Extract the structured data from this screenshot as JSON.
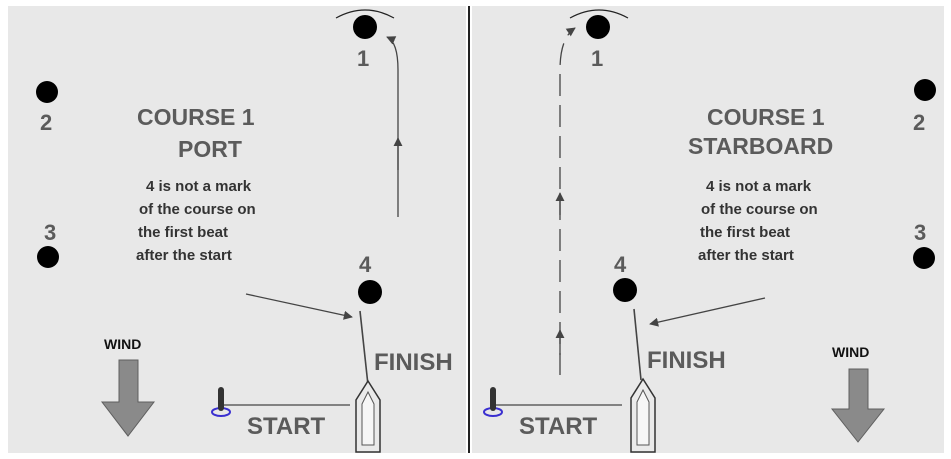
{
  "colors": {
    "background": "#e8e8e8",
    "mark": "#000000",
    "text": "#5b5b5b",
    "line": "#555555",
    "wind_arrow": "#8a8a8a",
    "pin_ring": "#3a2fd0"
  },
  "left_panel": {
    "title_line1": "COURSE 1",
    "title_line2": "PORT",
    "note_lines": [
      "4 is not a mark",
      "of the course on",
      "the first beat",
      "after the start"
    ],
    "mark_labels": {
      "m1": "1",
      "m2": "2",
      "m3": "3",
      "m4": "4"
    },
    "finish_label": "FINISH",
    "start_label": "START",
    "wind_label": "WIND"
  },
  "right_panel": {
    "title_line1": "COURSE 1",
    "title_line2": "STARBOARD",
    "note_lines": [
      "4 is not a mark",
      "of the course on",
      "the first beat",
      "after the start"
    ],
    "mark_labels": {
      "m1": "1",
      "m2": "2",
      "m3": "3",
      "m4": "4"
    },
    "finish_label": "FINISH",
    "start_label": "START",
    "wind_label": "WIND"
  }
}
